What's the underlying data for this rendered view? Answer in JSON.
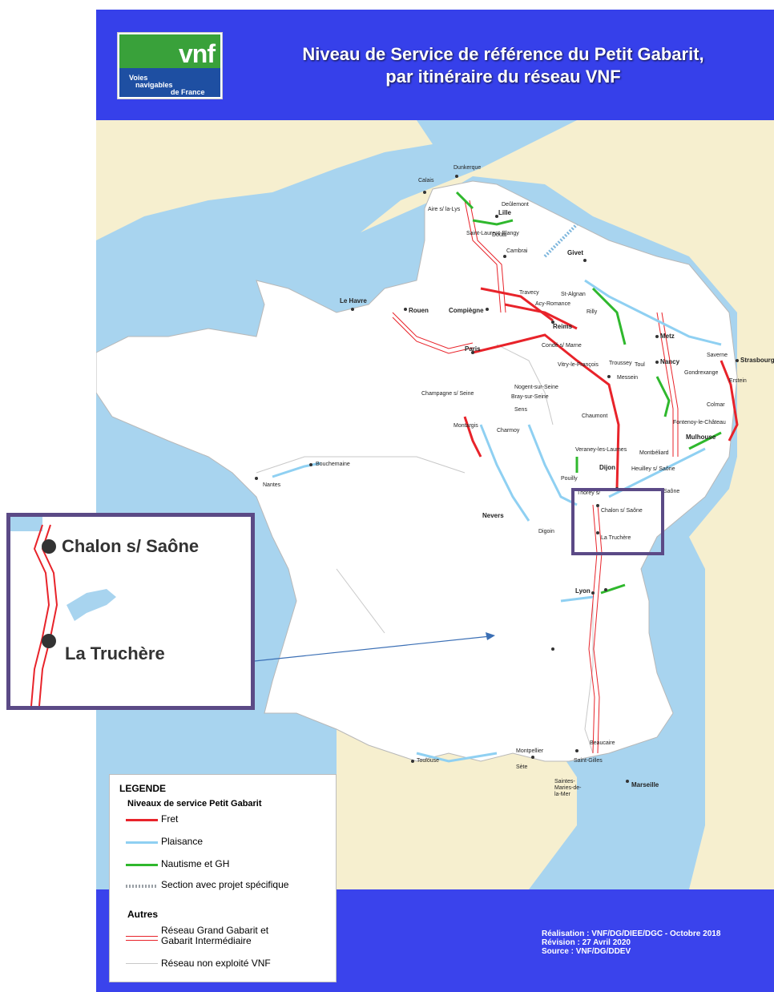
{
  "header": {
    "logo": {
      "wordmark": "vnf",
      "tagline": [
        "Voies",
        "navigables",
        "de France"
      ]
    },
    "title_lines": [
      "Niveau de Service de référence du Petit Gabarit,",
      "par itinéraire du réseau VNF"
    ]
  },
  "colors": {
    "header_band": "#3640ea",
    "sea": "#a8d4ef",
    "foreign_land": "#f6efcf",
    "france_land": "#ffffff",
    "fret": "#e8232a",
    "plaisance": "#8fd0f2",
    "nautisme": "#2fb82d",
    "grand_gabarit": "#e8232a",
    "non_exploite": "#c8c8c8",
    "inset_border": "#5b4a86"
  },
  "cities": [
    "Dunkerque",
    "Calais",
    "Aire s/ la-Lys",
    "Lille",
    "Deûlemont",
    "Saint-Laurent-Blangy",
    "Douai",
    "Cambrai",
    "Givet",
    "Le Havre",
    "Rouen",
    "Compiègne",
    "Travecy",
    "Acy-Romance",
    "St-Algnan",
    "Rilly",
    "Reims",
    "Condé s/ Marne",
    "Paris",
    "Metz",
    "Saverne",
    "Strasbourg",
    "Nancy",
    "Gondrexange",
    "Erstein",
    "Troussey",
    "Toul",
    "Messein",
    "Vitry-le-François",
    "Champagne s/ Seine",
    "Nogent-sur-Seine",
    "Bray-sur-Seine",
    "Sens",
    "Chaumont",
    "Colmar",
    "Fontenoy-le-Château",
    "Montargis",
    "Charmoy",
    "Mulhouse",
    "Montbéliard",
    "Bouchemaine",
    "Nantes",
    "Veraney-les-Laumes",
    "Dijon",
    "Heuilley s/ Saône",
    "Pouilly",
    "Thorey s/",
    "Saône",
    "Nevers",
    "Digoin",
    "Chalon s/ Saône",
    "La Truchère",
    "Lyon",
    "Beaucaire",
    "Montpellier",
    "Toulouse",
    "Sète",
    "Saint-Gilles",
    "Saintes-Maries-de-la-Mer",
    "Marseille"
  ],
  "inset": {
    "labels": [
      "Chalon s/ Saône",
      "La Truchère"
    ]
  },
  "legend": {
    "title": "LEGENDE",
    "service_heading": "Niveaux de service Petit Gabarit",
    "items": [
      {
        "label": "Fret",
        "color": "#e8232a",
        "style": "solid"
      },
      {
        "label": "Plaisance",
        "color": "#8fd0f2",
        "style": "solid"
      },
      {
        "label": "Nautisme et GH",
        "color": "#2fb82d",
        "style": "solid"
      },
      {
        "label": "Section avec projet spécifique",
        "color": "#9aa0a6",
        "style": "hatched"
      }
    ],
    "other_heading": "Autres",
    "other_items": [
      {
        "label_lines": [
          "Réseau Grand Gabarit et",
          "Gabarit Intermédiaire"
        ],
        "color": "#e8232a",
        "style": "double"
      },
      {
        "label_lines": [
          "Réseau non exploité VNF"
        ],
        "color": "#c8c8c8",
        "style": "thin"
      }
    ]
  },
  "credits": [
    "Réalisation : VNF/DG/DIEE/DGC - Octobre 2018",
    "Révision : 27 Avril 2020",
    "Source : VNF/DG/DDEV"
  ]
}
